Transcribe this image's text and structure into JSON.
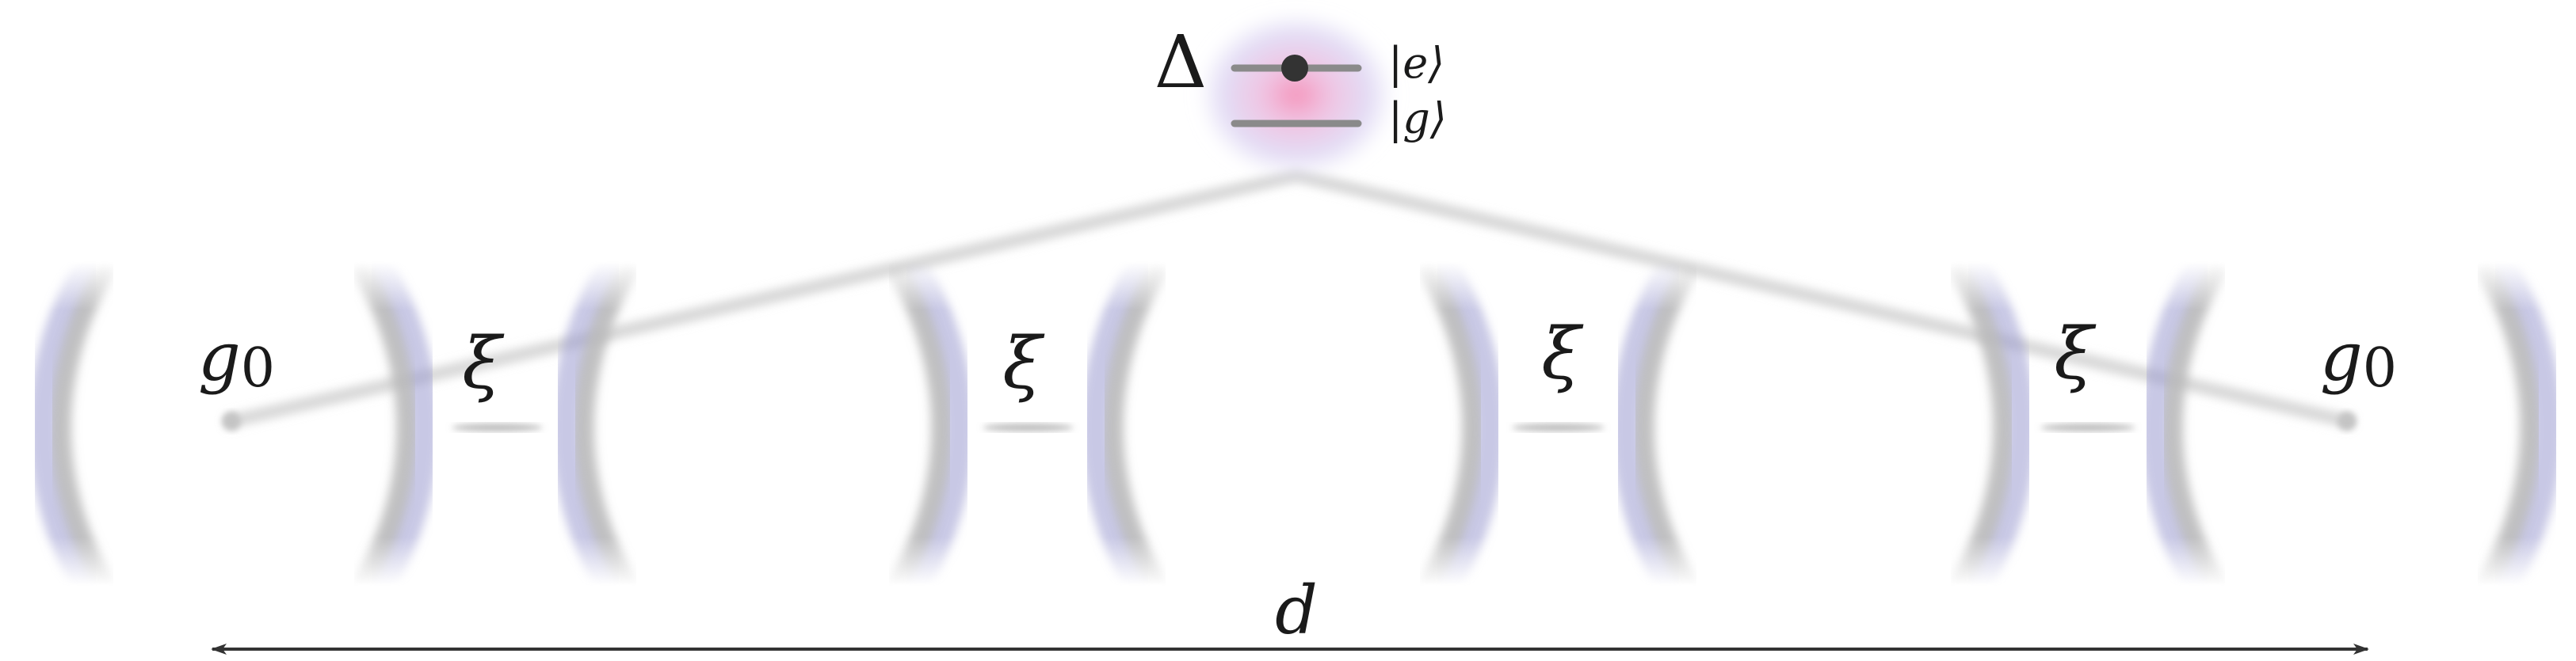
{
  "atom": {
    "detuning_label": "Δ",
    "excited_state_label": "|e⟩",
    "ground_state_label": "|g⟩"
  },
  "cavities": {
    "count": 5,
    "first_coupling_label": "g",
    "first_coupling_sub": "0",
    "last_coupling_label": "g",
    "last_coupling_sub": "0",
    "hopping_labels": [
      "ξ",
      "ξ",
      "ξ",
      "ξ"
    ]
  },
  "span": {
    "label": "d"
  },
  "colors": {
    "mirror_gray": "#b9b9b9",
    "mirror_blue": "#9b9bd0",
    "atom_halo": "#cfc8f0",
    "atom_core": "#f6a0c0",
    "level_line": "#8a8a8a",
    "arrow": "#333333"
  }
}
